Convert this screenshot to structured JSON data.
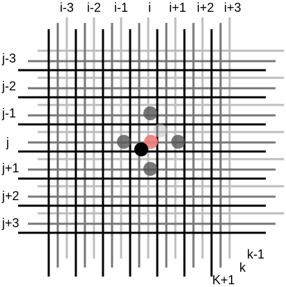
{
  "grid": {
    "column_labels": [
      "i-3",
      "i-2",
      "i-1",
      "i",
      "i+1",
      "i+2",
      "i+3"
    ],
    "row_labels": [
      "j-3",
      "j-2",
      "j-1",
      "j",
      "j+1",
      "j+2",
      "j+3"
    ],
    "layer_labels": [
      "k-1",
      "k",
      "K+1"
    ],
    "layers": [
      {
        "name": "k-1",
        "line_color": "#bdbdbd"
      },
      {
        "name": "k",
        "line_color": "#777777"
      },
      {
        "name": "K+1",
        "line_color": "#000000"
      }
    ]
  },
  "stencil": {
    "center_color": "#f07a7a",
    "neighbor_color": "#555555",
    "upper_neighbor_color": "#c4c4c4",
    "lower_neighbor_color": "#000000"
  }
}
